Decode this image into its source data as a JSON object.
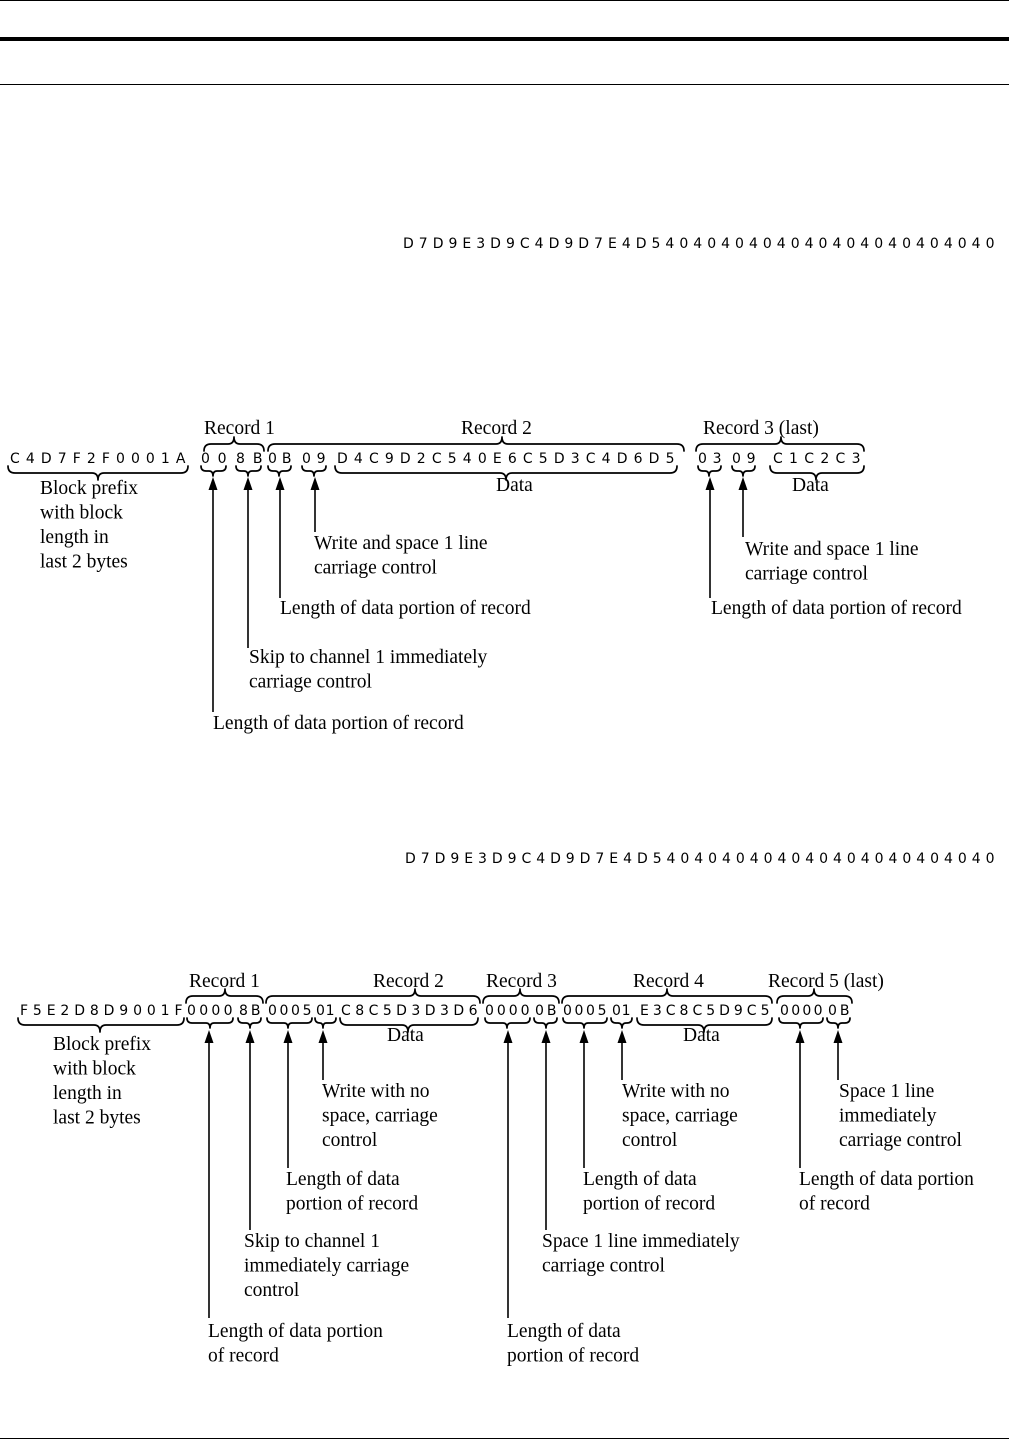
{
  "figure1": {
    "hex_line": "D7D9E3D9C4D9D7E4D5404040404040404040404040",
    "block_prefix_hex": "C4D7F2F0001A",
    "block_prefix_label": [
      "Block prefix",
      "with block",
      "length in",
      "last 2 bytes"
    ],
    "records": [
      {
        "title": "Record 1",
        "fields": [
          "00",
          "8B"
        ],
        "annotations": [
          {
            "text": [
              "Skip to channel 1 immediately",
              "carriage control"
            ]
          },
          {
            "text": [
              "Length of data portion of record"
            ]
          }
        ]
      },
      {
        "title": "Record 2",
        "fields": [
          "0B",
          "09",
          "D4C9D2C540E6C5D3C4D6D5"
        ],
        "data_label": "Data",
        "annotations": [
          {
            "text": [
              "Write and space 1 line",
              "carriage control"
            ]
          },
          {
            "text": [
              "Length of data portion of record"
            ]
          }
        ]
      },
      {
        "title": "Record 3 (last)",
        "fields": [
          "03",
          "09",
          "C1C2C3"
        ],
        "data_label": "Data",
        "annotations": [
          {
            "text": [
              "Write and space 1 line",
              "carriage control"
            ]
          },
          {
            "text": [
              "Length of data portion of record"
            ]
          }
        ]
      }
    ]
  },
  "figure2": {
    "hex_line": "D7D9E3D9C4D9D7E4D5404040404040404040404040",
    "block_prefix_hex": "F5E2D8D9001F",
    "block_prefix_label": [
      "Block prefix",
      "with block",
      "length in",
      "last 2 bytes"
    ],
    "records": [
      {
        "title": "Record 1",
        "fields": [
          "0000",
          "8B"
        ],
        "annotations": [
          {
            "text": [
              "Skip to channel 1",
              "immediately carriage",
              "control"
            ]
          },
          {
            "text": [
              "Length of data portion",
              "of record"
            ]
          }
        ]
      },
      {
        "title": "Record 2",
        "fields": [
          "0005",
          "01",
          "C8C5D3D3D6"
        ],
        "data_label": "Data",
        "annotations": [
          {
            "text": [
              "Write with no",
              "space, carriage",
              "control"
            ]
          },
          {
            "text": [
              "Length of data",
              "portion of record"
            ]
          }
        ]
      },
      {
        "title": "Record 3",
        "fields": [
          "0000",
          "0B"
        ],
        "annotations": [
          {
            "text": [
              "Space 1 line immediately",
              "carriage control"
            ]
          },
          {
            "text": [
              "Length of data",
              "portion of record"
            ]
          }
        ]
      },
      {
        "title": "Record 4",
        "fields": [
          "0005",
          "01",
          "E3C8C5D9C5"
        ],
        "data_label": "Data",
        "annotations": [
          {
            "text": [
              "Write with no",
              "space, carriage",
              "control"
            ]
          },
          {
            "text": [
              "Length of data",
              "portion of record"
            ]
          }
        ]
      },
      {
        "title": "Record 5 (last)",
        "fields": [
          "0000",
          "0B"
        ],
        "annotations": [
          {
            "text": [
              "Space 1 line",
              "immediately",
              "carriage control"
            ]
          },
          {
            "text": [
              "Length of data portion",
              "of record"
            ]
          }
        ]
      }
    ]
  }
}
